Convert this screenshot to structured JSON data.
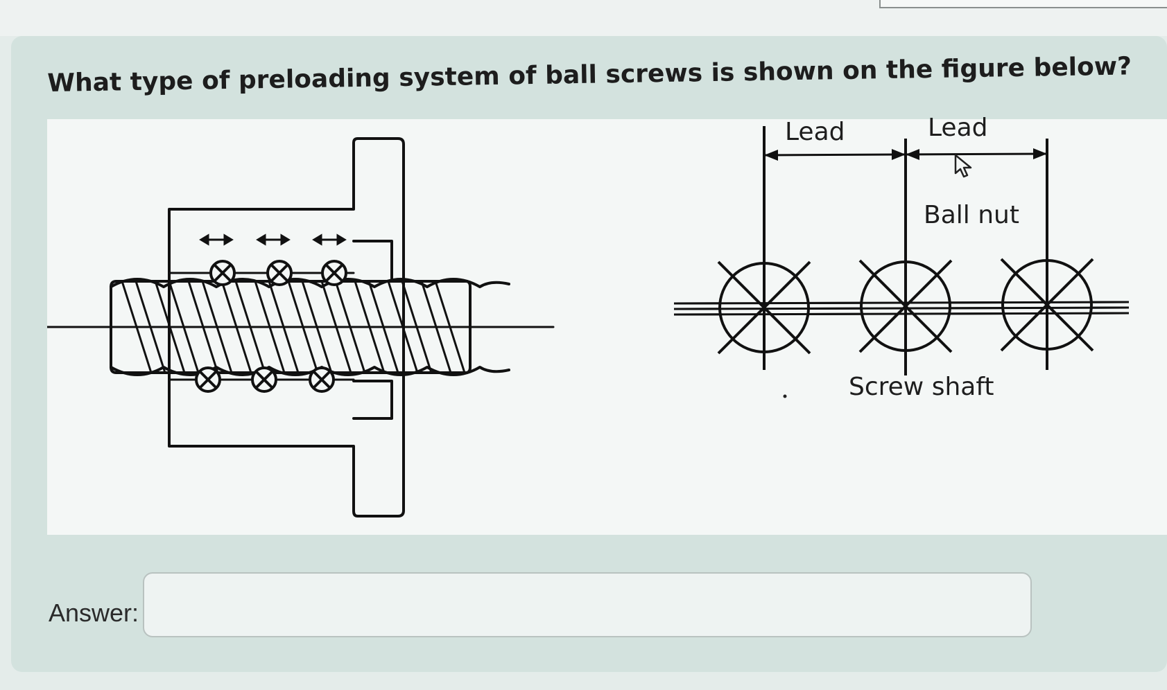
{
  "question": {
    "text": "What type of preloading system of ball screws is shown on the figure below?"
  },
  "figure": {
    "labels": {
      "lead_left": "Lead",
      "lead_right": "Lead",
      "ball_nut": "Ball nut",
      "screw_shaft": "Screw shaft"
    },
    "icons": [
      "ball-icon",
      "double-arrow-icon",
      "mouse-pointer-icon"
    ]
  },
  "answer": {
    "label": "Answer:",
    "value": "",
    "placeholder": ""
  },
  "colors": {
    "background": "#d3e2de",
    "figure_background": "#f4f7f6",
    "line": "#111111",
    "text": "#1d1d1d"
  }
}
